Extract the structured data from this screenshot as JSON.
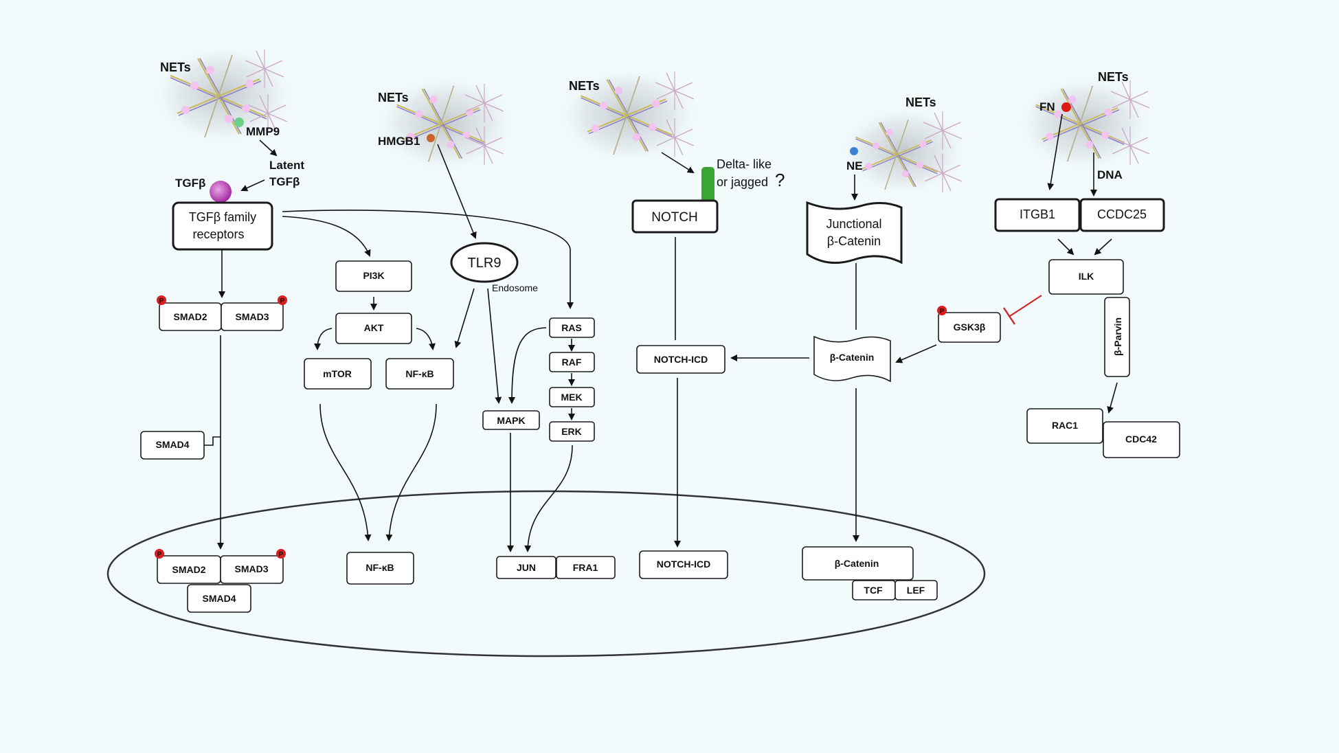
{
  "colors": {
    "background": "#f3fafc",
    "tgfb_ball": "#b23bb0",
    "mmp9_dot": "#6fd08a",
    "hmgb1_dot": "#c8622a",
    "notch_ligand": "#3aa535",
    "question_mark": "#d93030",
    "ne_dot": "#3b82d6",
    "fn_dot": "#e01818",
    "inhibition": "#d22424",
    "phospho": "#d81e1e"
  },
  "net_labels": {
    "tgfb": "NETs",
    "tlr9": "NETs",
    "notch": "NETs",
    "catenin": "NETs",
    "ilk": "NETs"
  },
  "tgfb_pathway": {
    "mmp9": "MMP9",
    "latent_1": "Latent",
    "latent_2": "TGFβ",
    "tgfb": "TGFβ",
    "receptor_1": "TGFβ family",
    "receptor_2": "receptors",
    "smad2": "SMAD2",
    "smad3": "SMAD3",
    "smad4": "SMAD4",
    "phospho": "P"
  },
  "pi3k_pathway": {
    "pi3k": "PI3K",
    "akt": "AKT",
    "mtor": "mTOR",
    "nfkb": "NF-κB"
  },
  "tlr_pathway": {
    "hmgb1": "HMGB1",
    "tlr9": "TLR9",
    "endosome": "Endosome",
    "mapk": "MAPK",
    "ras": "RAS",
    "raf": "RAF",
    "mek": "MEK",
    "erk": "ERK"
  },
  "notch_pathway": {
    "ligand_1": "Delta- like",
    "ligand_2": "or jagged",
    "question": "?",
    "notch": "NOTCH",
    "notch_icd": "NOTCH-ICD"
  },
  "catenin_pathway": {
    "ne": "NE",
    "junctional_1": "Junctional",
    "junctional_2": "β-Catenin",
    "catenin": "β-Catenin"
  },
  "ilk_pathway": {
    "fn": "FN",
    "dna": "DNA",
    "itgb1": "ITGB1",
    "ccdc25": "CCDC25",
    "ilk": "ILK",
    "gsk3b": "GSK3β",
    "parvin": "β-Parvin",
    "rac1": "RAC1",
    "cdc42": "CDC42"
  },
  "nucleus": {
    "smad2": "SMAD2",
    "smad3": "SMAD3",
    "smad4": "SMAD4",
    "nfkb": "NF-κB",
    "jun": "JUN",
    "fra1": "FRA1",
    "notch_icd": "NOTCH-ICD",
    "catenin": "β-Catenin",
    "tcf": "TCF",
    "lef": "LEF"
  }
}
